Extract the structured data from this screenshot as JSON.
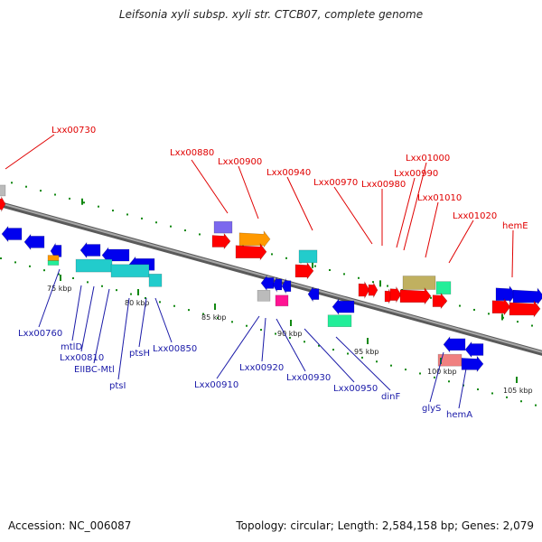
{
  "title": "Leifsonia xyli subsp. xyli str. CTCB07, complete genome",
  "footer": {
    "accession": "Accession: NC_006087",
    "summary": "Topology: circular; Length: 2,584,158 bp; Genes: 2,079"
  },
  "ticks": [
    "75 kbp",
    "80 kbp",
    "85 kbp",
    "90 kbp",
    "95 kbp",
    "100 kbp",
    "105 kbp"
  ],
  "upper_labels": [
    "Lxx00730",
    "Lxx00880",
    "Lxx00900",
    "Lxx00940",
    "Lxx00970",
    "Lxx00980",
    "Lxx00990",
    "Lxx01000",
    "Lxx01010",
    "Lxx01020",
    "hemE"
  ],
  "lower_labels": [
    "Lxx00760",
    "mtlD",
    "Lxx00810",
    "EIIBC-Mtl",
    "ptsI",
    "ptsH",
    "Lxx00850",
    "Lxx00910",
    "Lxx00920",
    "Lxx00930",
    "Lxx00950",
    "dinF",
    "glyS",
    "hemA"
  ],
  "colors": {
    "backbone": "#7f7f7f",
    "gene_red": "#ff0000",
    "gene_blue": "#0000ee",
    "gene_cyan": "#22cccc",
    "gene_orange": "#ff9900",
    "gene_green": "#22ee99",
    "gene_olive": "#c0b060",
    "gene_purple": "#7b68ee",
    "gene_grey": "#bbbbbb",
    "gene_magenta": "#ff1493",
    "gene_salmon": "#f08080",
    "tick_green": "#118811",
    "label_red": "#e00000",
    "label_blue": "#1a1aa8"
  }
}
